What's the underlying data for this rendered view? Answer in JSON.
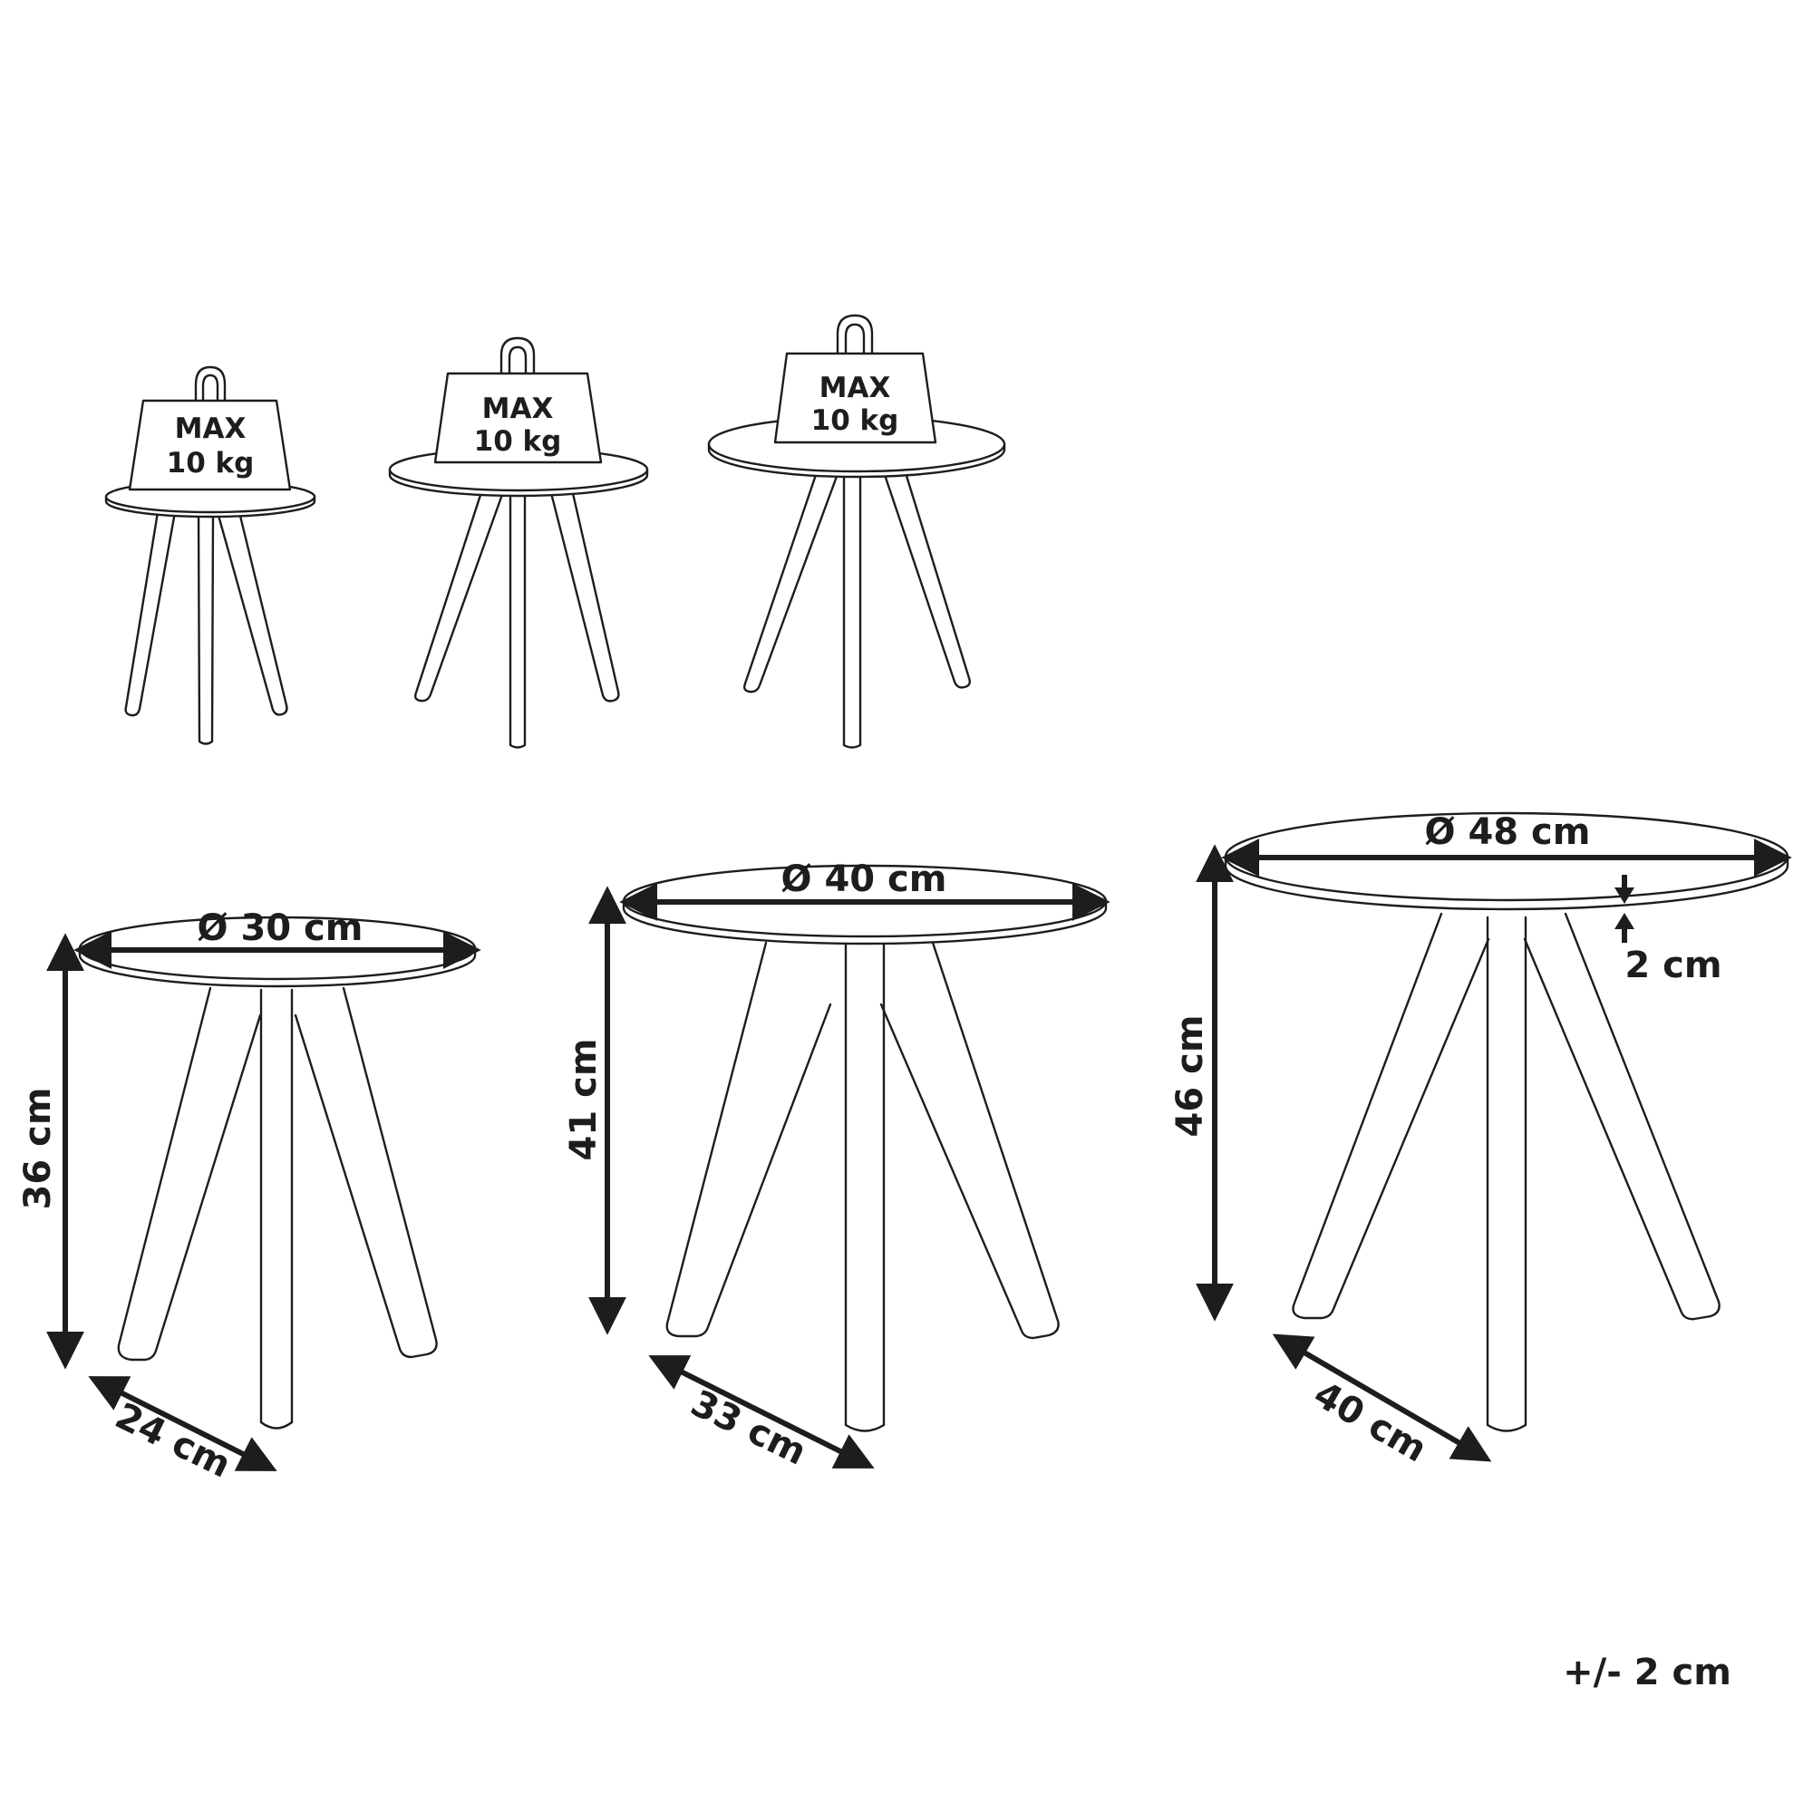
{
  "weights": [
    {
      "line1": "MAX",
      "line2": "10 kg"
    },
    {
      "line1": "MAX",
      "line2": "10 kg"
    },
    {
      "line1": "MAX",
      "line2": "10 kg"
    }
  ],
  "tables": [
    {
      "diameter": "Ø 30 cm",
      "height": "36 cm",
      "base": "24 cm"
    },
    {
      "diameter": "Ø 40 cm",
      "height": "41 cm",
      "base": "33 cm"
    },
    {
      "diameter": "Ø 48 cm",
      "height": "46 cm",
      "base": "40 cm",
      "thickness": "2 cm"
    }
  ],
  "tolerance": "+/- 2 cm",
  "colors": {
    "ink": "#1d1d1b",
    "background": "#ffffff"
  }
}
